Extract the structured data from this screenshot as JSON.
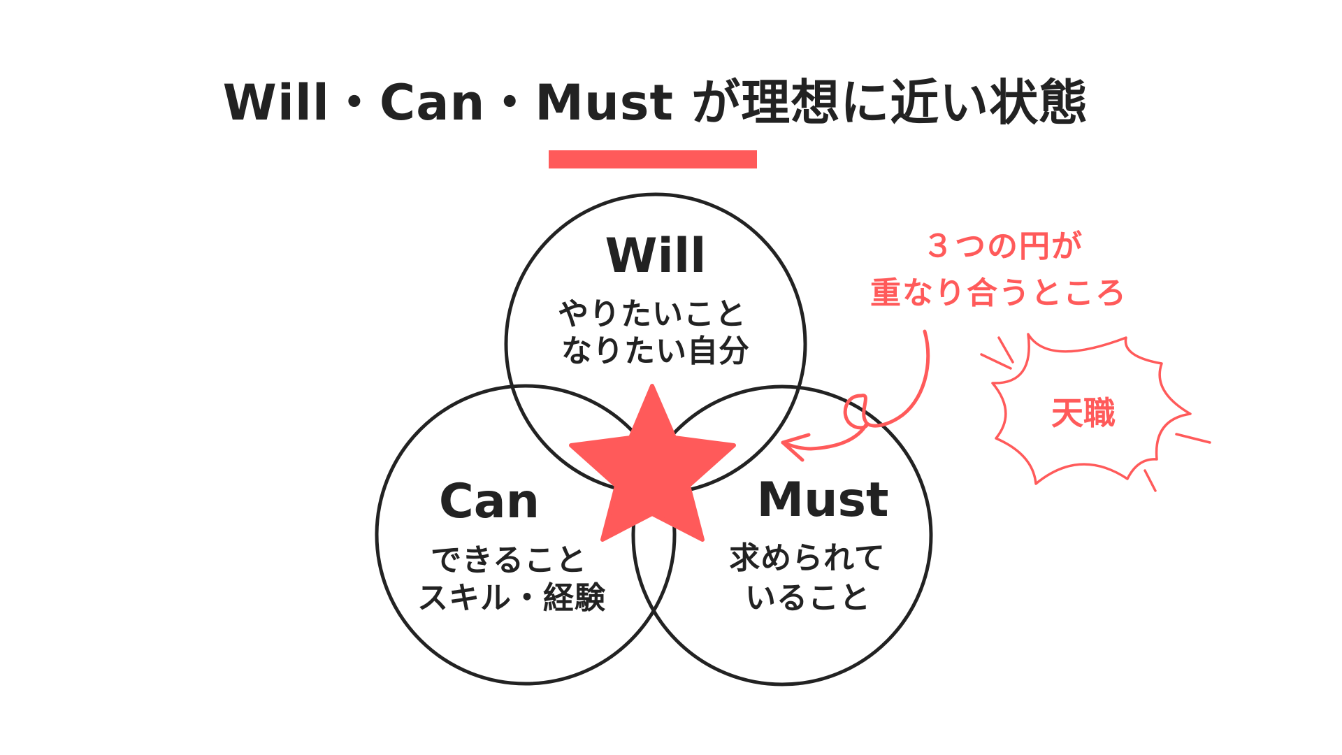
{
  "title": "Will・Can・Must が理想に近い状態",
  "colors": {
    "text": "#222222",
    "accent": "#FF5A5A",
    "background": "#FFFFFF",
    "circle_stroke": "#222222"
  },
  "circles": [
    {
      "id": "will",
      "heading": "Will",
      "lines": [
        "やりたいこと",
        "なりたい自分"
      ]
    },
    {
      "id": "can",
      "heading": "Can",
      "lines": [
        "できること",
        "スキル・経験"
      ]
    },
    {
      "id": "must",
      "heading": "Must",
      "lines": [
        "求められて",
        "いること"
      ]
    }
  ],
  "center_icon": "star-icon",
  "annotation": {
    "lines": [
      "３つの円が",
      "重なり合うところ"
    ],
    "arrow_icon": "curly-arrow-icon"
  },
  "burst": {
    "label": "天職",
    "icon": "speech-burst-icon"
  }
}
